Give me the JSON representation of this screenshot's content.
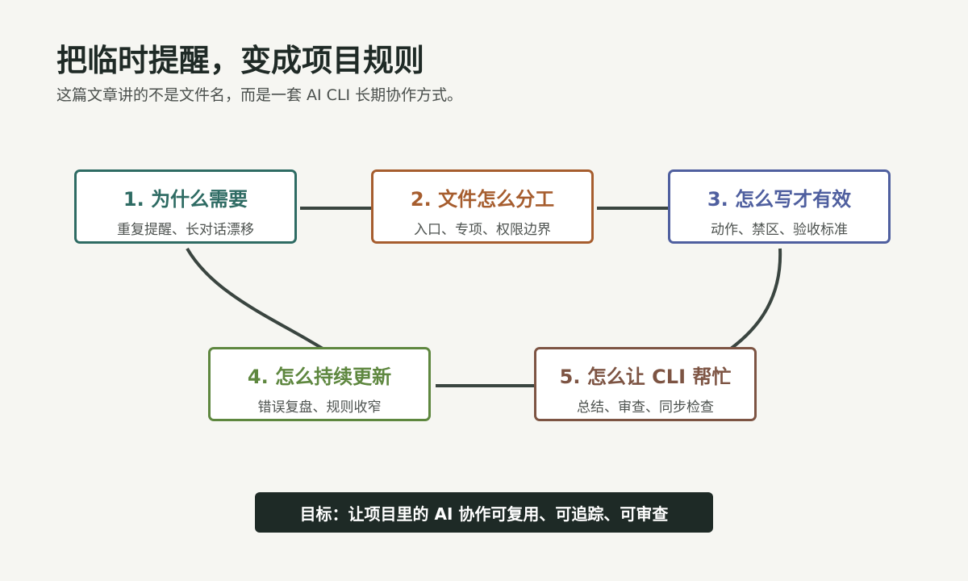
{
  "header": {
    "title": "把临时提醒，变成项目规则",
    "subtitle": "这篇文章讲的不是文件名，而是一套 AI CLI 长期协作方式。"
  },
  "nodes": [
    {
      "title": "1. 为什么需要",
      "desc": "重复提醒、长对话漂移",
      "color": "#2e6b63"
    },
    {
      "title": "2. 文件怎么分工",
      "desc": "入口、专项、权限边界",
      "color": "#a65d2e"
    },
    {
      "title": "3. 怎么写才有效",
      "desc": "动作、禁区、验收标准",
      "color": "#4f5f9f"
    },
    {
      "title": "4. 怎么持续更新",
      "desc": "错误复盘、规则收窄",
      "color": "#5e873f"
    },
    {
      "title": "5. 怎么让 CLI 帮忙",
      "desc": "总结、审查、同步检查",
      "color": "#7d5443"
    }
  ],
  "connector_color": "#3a4540",
  "footer": {
    "goal": "目标：让项目里的 AI 协作可复用、可追踪、可审查"
  }
}
